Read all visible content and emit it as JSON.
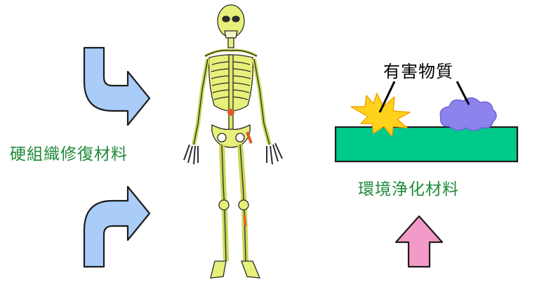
{
  "labels": {
    "hard_tissue": "硬組織修復材料",
    "environment": "環境浄化材料",
    "harmful": "有害物質"
  },
  "colors": {
    "label_green": "#1f8a3a",
    "arrow_blue": "#a9cdf8",
    "arrow_pink": "#f49ac8",
    "plate_green": "#00c98c",
    "star_yellow": "#ffd21c",
    "cloud_purple": "#8c83ec",
    "bone_yellow": "#e6f07a"
  },
  "icons": {
    "skeleton": "human-skeleton-illustration",
    "top_arrow": "curved-arrow-right-icon",
    "bottom_arrow": "curved-arrow-right-icon",
    "up_arrow": "arrow-up-icon",
    "star": "starburst-icon",
    "cloud": "cloud-icon"
  }
}
